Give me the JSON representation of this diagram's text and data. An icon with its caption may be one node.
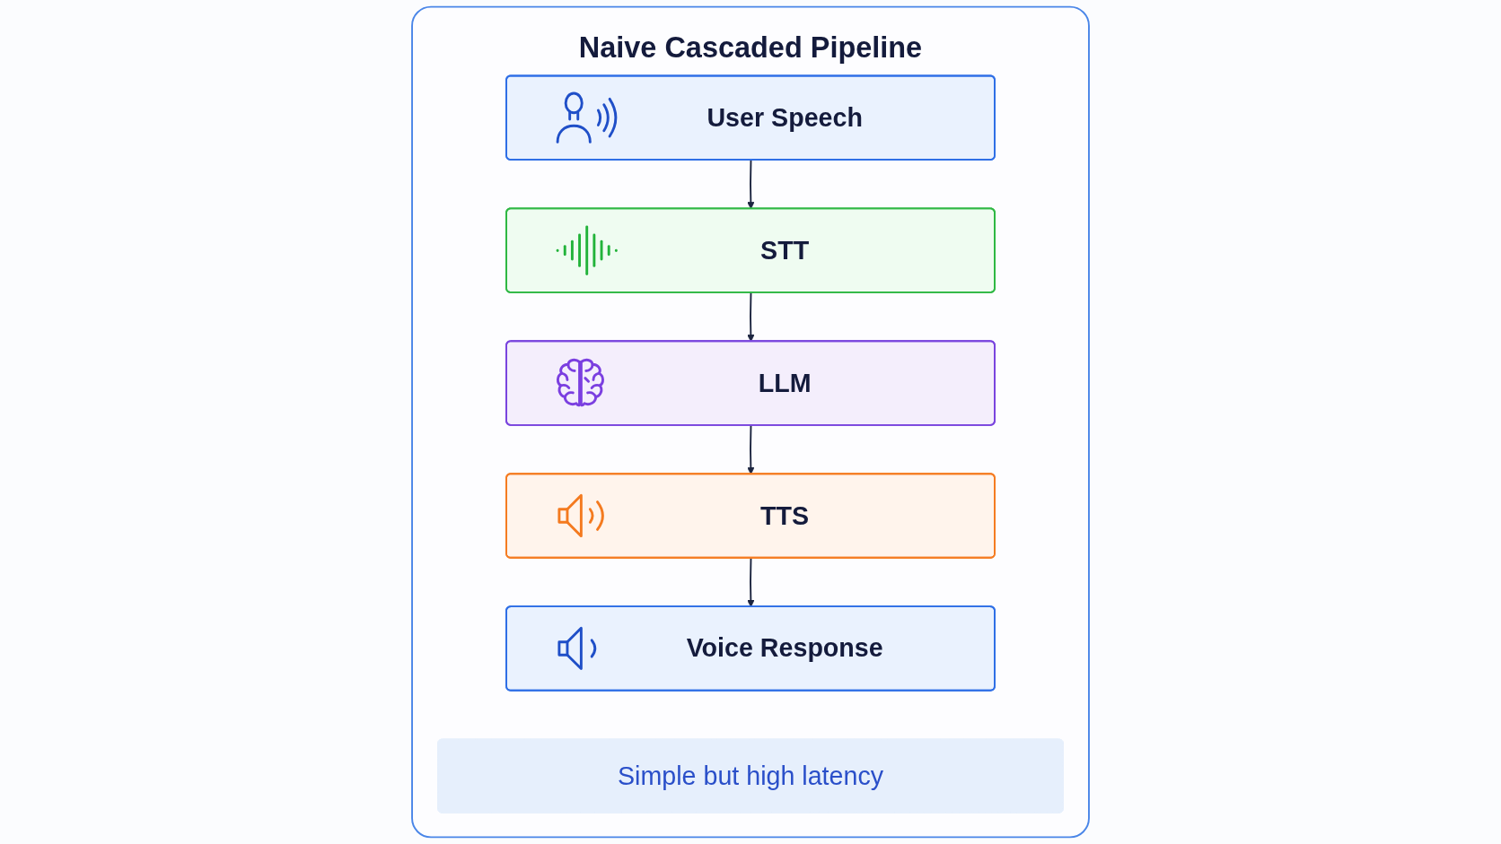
{
  "diagram": {
    "nodes": [
      {
        "text": [
          "Naive Cascaded Pipeline"
        ]
      },
      {
        "text": [
          "User Speech"
        ],
        "in": 0
      },
      {
        "text": [
          "STT"
        ],
        "in": 0
      },
      {
        "text": [
          "LLM"
        ],
        "in": 0
      },
      {
        "text": [
          "TTS"
        ],
        "in": 0
      },
      {
        "text": [
          "Voice Response"
        ],
        "in": 0
      },
      {
        "text": [
          "Simple but high latency"
        ],
        "in": 0
      }
    ],
    "edges": [
      {
        "from": 1,
        "to": 2,
        "arrow": "to"
      },
      {
        "from": 2,
        "to": 3,
        "arrow": "to"
      },
      {
        "from": 3,
        "to": 4,
        "arrow": "to"
      },
      {
        "from": 4,
        "to": 5,
        "arrow": "to"
      }
    ]
  }
}
